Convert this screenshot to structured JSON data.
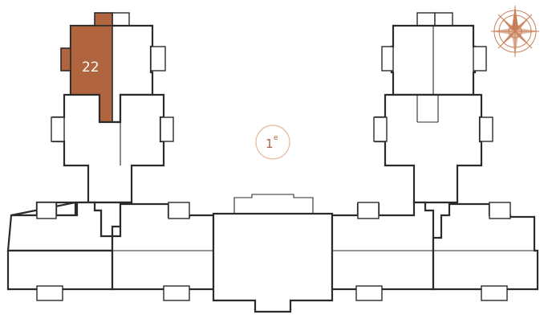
{
  "plan": {
    "highlighted_unit": {
      "label": "22",
      "color": "#b0653f"
    },
    "floor": {
      "number": "1",
      "suffix": "e",
      "color": "#b0653f"
    },
    "compass": {
      "icon": "compass-rose-icon",
      "color": "#c87f58"
    },
    "wall_color": "#2b2b2b"
  }
}
